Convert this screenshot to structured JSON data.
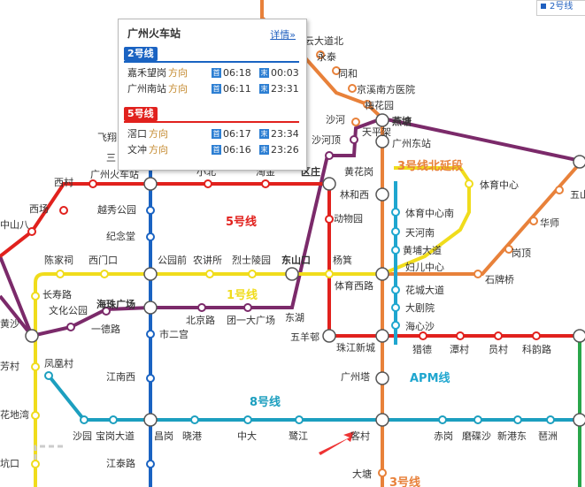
{
  "popup": {
    "station": "广州火车站",
    "detail_link": "详情»",
    "first_icon": "首",
    "last_icon": "末",
    "lines": [
      {
        "badge": "2号线",
        "color": "#1a63c2",
        "rows": [
          {
            "station": "嘉禾望岗",
            "dir": "方向",
            "first": "06:18",
            "last": "00:03"
          },
          {
            "station": "广州南站",
            "dir": "方向",
            "first": "06:11",
            "last": "23:31"
          }
        ]
      },
      {
        "badge": "5号线",
        "color": "#e1211d",
        "rows": [
          {
            "station": "滘口",
            "dir": "方向",
            "first": "06:17",
            "last": "23:34"
          },
          {
            "station": "文冲",
            "dir": "方向",
            "first": "06:16",
            "last": "23:26"
          }
        ]
      }
    ]
  },
  "legend": {
    "label": "2号线"
  },
  "line_labels": {
    "line5": "5号线",
    "line1": "1号线",
    "line8": "8号线",
    "line3n": "3号线北延段",
    "apm": "APM线",
    "line3": "3号线"
  },
  "stations": {
    "yunxi": "云大道北",
    "yongtai": "永泰",
    "tonghe": "同和",
    "jingxi": "京溪南方医院",
    "meihuayuan": "梅花园",
    "shaxi": "沙河",
    "yantang": "燕塘",
    "tianpingjia": "天平架",
    "shahe_ding": "沙河顶",
    "guangzhoudong": "广州东站",
    "huanghuagang": "黄花岗",
    "feixiang": "飞翔",
    "san": "三",
    "xicun": "西村",
    "gzhcz": "广州火车站",
    "xiaobei": "小北",
    "taojin": "淘金",
    "qzhuang": "区庄",
    "tiyuzhongxin": "体育中心",
    "wushan": "五山",
    "xichang": "西场",
    "zhongshanba": "中山八",
    "yuexiugongyuan": "越秀公园",
    "linhexi": "林和西",
    "dongwuyuan": "动物园",
    "tiyuzhongxinnan": "体育中心南",
    "huashi": "华师",
    "jinianjtang": "纪念堂",
    "tianhenan": "天河南",
    "gangding": "岗顶",
    "chenjiaci": "陈家祠",
    "ximenkou": "西门口",
    "gongyuanqian": "公园前",
    "nongjiangsuo": "农讲所",
    "lieshilingyuan": "烈士陵园",
    "dongshankou": "东山口",
    "yangji": "杨箕",
    "tiyuxilu": "体育西路",
    "huangpudadao": "黄埔大道",
    "furuzhongxin": "妇儿中心",
    "shipaiqiao": "石牌桥",
    "changshoulu": "长寿路",
    "haizhuguangchang": "海珠广场",
    "wenhuagongyuan": "文化公园",
    "huangsha": "黄沙",
    "yidelu": "一德路",
    "beijinglu": "北京路",
    "tuanyidaguangchang": "团一大广场",
    "dongxu": "东湖",
    "huachengdadao": "花城大道",
    "dajuyuan": "大剧院",
    "haixinsha": "海心沙",
    "shiergong": "市二宫",
    "wuyangcun": "五羊邨",
    "zhujiangxincheng": "珠江新城",
    "liede": "猎德",
    "tancun": "潭村",
    "yuancun": "员村",
    "keyunlu": "科韵路",
    "fangcun": "芳村",
    "fenghuangcun": "凤凰村",
    "jiangnanxi": "江南西",
    "guangzhouta": "广州塔",
    "huadiwan": "花地湾",
    "shayuan": "沙园",
    "baogangdadao": "宝岗大道",
    "changgang": "昌岗",
    "xiaogang": "晓港",
    "zhongda": "中大",
    "lujiang": "鹭江",
    "kecun": "客村",
    "chigang": "赤岗",
    "modiesha": "磨碟沙",
    "xingangdong": "新港东",
    "pazhou": "琶洲",
    "kengkou": "坑口",
    "jiangtailu": "江泰路",
    "dadun": "大塘"
  }
}
